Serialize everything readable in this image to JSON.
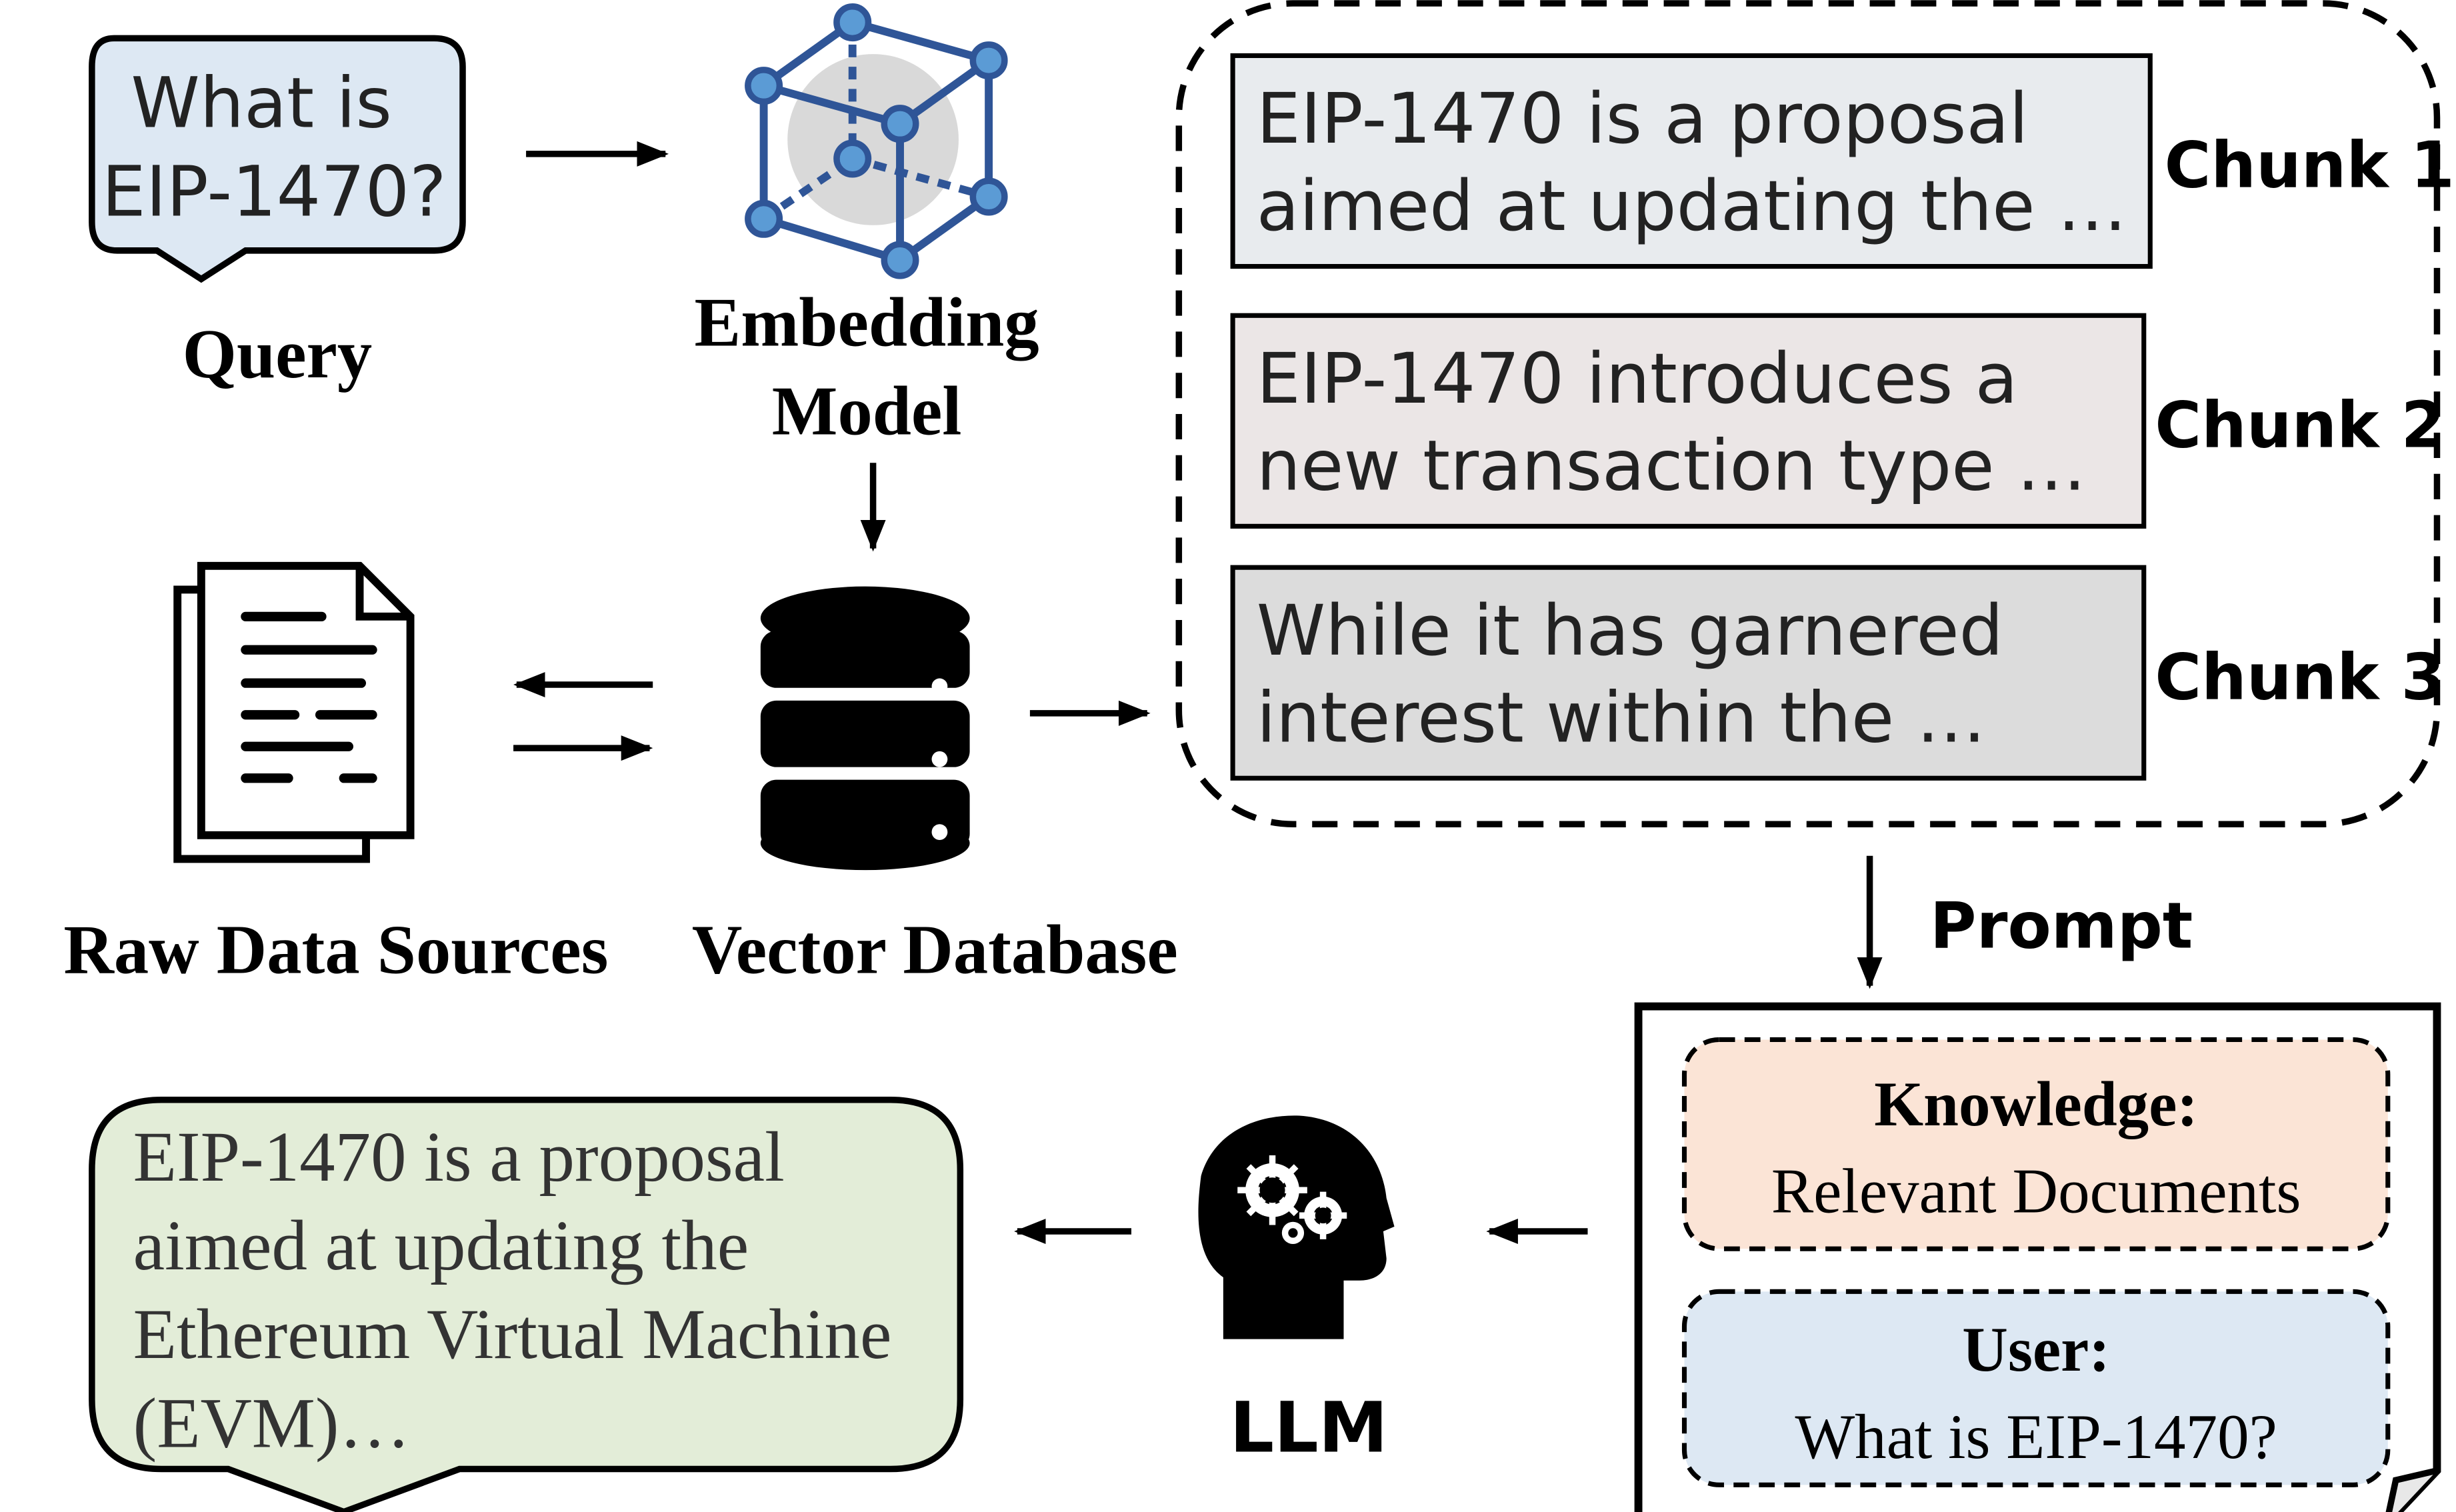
{
  "query": {
    "bubble_lines": [
      "What is",
      "EIP-1470?"
    ],
    "label": "Query"
  },
  "embedding": {
    "label_lines": [
      "Embedding",
      "Model"
    ]
  },
  "raw_data": {
    "label": "Raw Data Sources"
  },
  "vector_db": {
    "label": "Vector Database"
  },
  "chunks": [
    {
      "lines": [
        "EIP-1470 is a proposal",
        "aimed at updating the …"
      ],
      "label": "Chunk 1",
      "fill": "#e8ebee"
    },
    {
      "lines": [
        "EIP-1470 introduces a",
        "new transaction type …"
      ],
      "label": "Chunk 2",
      "fill": "#ebe6e6"
    },
    {
      "lines": [
        "While it has garnered",
        "interest within the …"
      ],
      "label": "Chunk 3",
      "fill": "#dcdcdc"
    }
  ],
  "prompt": {
    "label": "Prompt",
    "knowledge_title": "Knowledge:",
    "knowledge_text": "Relevant Documents",
    "user_title": "User:",
    "user_text": "What is EIP-1470?"
  },
  "llm": {
    "label": "LLM"
  },
  "answer": {
    "lines": [
      "EIP-1470 is a proposal",
      "aimed at updating the",
      "Ethereum Virtual Machine",
      "(EVM)…"
    ]
  },
  "colors": {
    "query_bubble": "#dde8f3",
    "answer_bubble": "#e3edd8",
    "knowledge_box": "#fbe4d6",
    "user_box": "#dde8f3",
    "stroke": "#000000",
    "node_blue": "#5b9bd5",
    "node_stroke": "#2f5597"
  },
  "icons": [
    "speech-bubble-icon",
    "cube-network-icon",
    "document-stack-icon",
    "database-icon",
    "head-gears-icon"
  ]
}
